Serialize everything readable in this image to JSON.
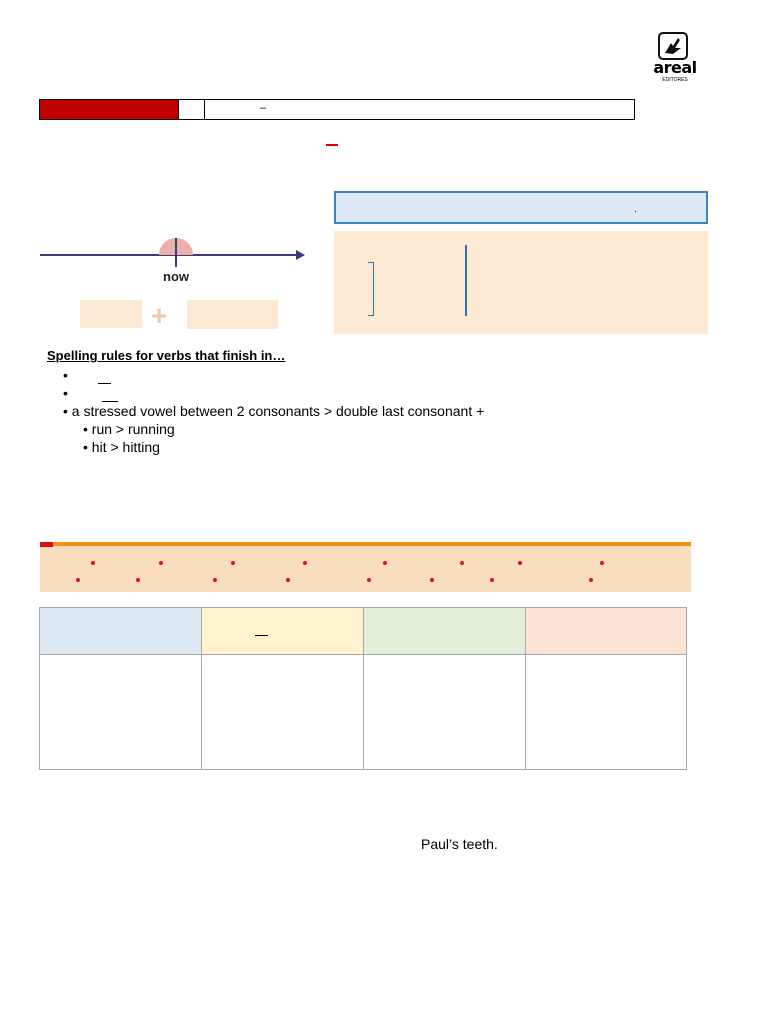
{
  "logo": {
    "brand": "areal",
    "sub": "EDITORES"
  },
  "header": {
    "dash": "–"
  },
  "timeline": {
    "label": "now"
  },
  "panel": {
    "dot": "."
  },
  "spelling": {
    "title": "Spelling rules for verbs that finish in…",
    "bullet": "•",
    "rule3": "• a stressed vowel between 2 consonants > double last consonant +",
    "example1": "• run > running",
    "example2": "• hit > hitting"
  },
  "sentence": {
    "text": "Paul’s teeth."
  },
  "colors": {
    "brand_red": "#c00000",
    "accent_orange": "#f39018",
    "timeline_blue": "#3b3b80",
    "panel_blue": "#3b84c4",
    "col1": "#dde9f5",
    "col2": "#fff2cc",
    "col3": "#e2efd9",
    "col4": "#fbe4d5"
  }
}
